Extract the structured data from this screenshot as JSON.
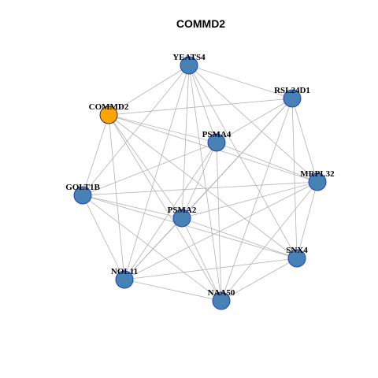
{
  "title": "COMMD2",
  "colors": {
    "highlight": "#ffa500",
    "node": "#4682b4",
    "node_border": "#1f3fbf",
    "edge": "#b3b3b3"
  },
  "nodes": [
    {
      "id": "YEATS4",
      "label": "YEATS4",
      "highlight": false
    },
    {
      "id": "RSL24D1",
      "label": "RSL24D1",
      "highlight": false
    },
    {
      "id": "COMMD2",
      "label": "COMMD2",
      "highlight": true
    },
    {
      "id": "PSMA4",
      "label": "PSMA4",
      "highlight": false
    },
    {
      "id": "MRPL32",
      "label": "MRPL32",
      "highlight": false
    },
    {
      "id": "GOLT1B",
      "label": "GOLT1B",
      "highlight": false
    },
    {
      "id": "PSMA2",
      "label": "PSMA2",
      "highlight": false
    },
    {
      "id": "SNX4",
      "label": "SNX4",
      "highlight": false
    },
    {
      "id": "NOL11",
      "label": "NOL11",
      "highlight": false
    },
    {
      "id": "NAA50",
      "label": "NAA50",
      "highlight": false
    }
  ],
  "edges": [
    [
      "YEATS4",
      "RSL24D1"
    ],
    [
      "YEATS4",
      "COMMD2"
    ],
    [
      "YEATS4",
      "PSMA4"
    ],
    [
      "YEATS4",
      "MRPL32"
    ],
    [
      "YEATS4",
      "GOLT1B"
    ],
    [
      "YEATS4",
      "PSMA2"
    ],
    [
      "YEATS4",
      "SNX4"
    ],
    [
      "YEATS4",
      "NOL11"
    ],
    [
      "YEATS4",
      "NAA50"
    ],
    [
      "RSL24D1",
      "COMMD2"
    ],
    [
      "RSL24D1",
      "PSMA4"
    ],
    [
      "RSL24D1",
      "MRPL32"
    ],
    [
      "RSL24D1",
      "PSMA2"
    ],
    [
      "RSL24D1",
      "SNX4"
    ],
    [
      "RSL24D1",
      "NOL11"
    ],
    [
      "RSL24D1",
      "NAA50"
    ],
    [
      "COMMD2",
      "PSMA4"
    ],
    [
      "COMMD2",
      "MRPL32"
    ],
    [
      "COMMD2",
      "GOLT1B"
    ],
    [
      "COMMD2",
      "PSMA2"
    ],
    [
      "COMMD2",
      "SNX4"
    ],
    [
      "COMMD2",
      "NOL11"
    ],
    [
      "COMMD2",
      "NAA50"
    ],
    [
      "PSMA4",
      "MRPL32"
    ],
    [
      "PSMA4",
      "GOLT1B"
    ],
    [
      "PSMA4",
      "PSMA2"
    ],
    [
      "PSMA4",
      "NOL11"
    ],
    [
      "PSMA4",
      "NAA50"
    ],
    [
      "MRPL32",
      "GOLT1B"
    ],
    [
      "MRPL32",
      "PSMA2"
    ],
    [
      "MRPL32",
      "SNX4"
    ],
    [
      "MRPL32",
      "NOL11"
    ],
    [
      "MRPL32",
      "NAA50"
    ],
    [
      "GOLT1B",
      "PSMA2"
    ],
    [
      "GOLT1B",
      "SNX4"
    ],
    [
      "GOLT1B",
      "NOL11"
    ],
    [
      "GOLT1B",
      "NAA50"
    ],
    [
      "PSMA2",
      "SNX4"
    ],
    [
      "PSMA2",
      "NOL11"
    ],
    [
      "PSMA2",
      "NAA50"
    ],
    [
      "SNX4",
      "NOL11"
    ],
    [
      "SNX4",
      "NAA50"
    ],
    [
      "NOL11",
      "NAA50"
    ]
  ]
}
